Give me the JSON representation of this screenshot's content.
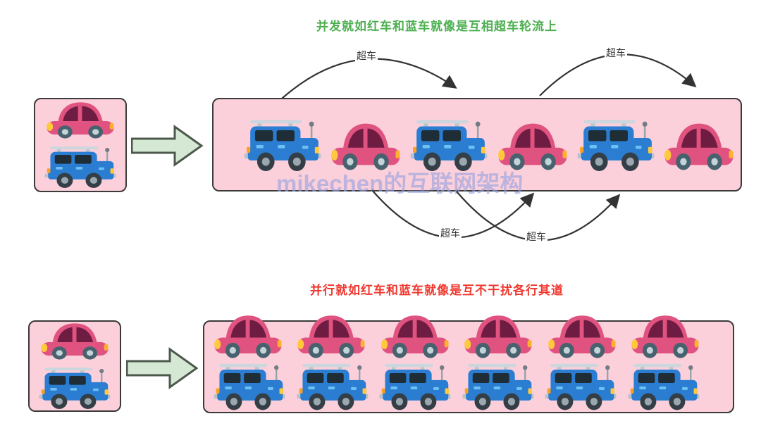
{
  "watermark": "mikechen的互联网架构",
  "colors": {
    "lane_pink": "#fcd0da",
    "box_border": "#3a3a3a",
    "arrow_fill": "#d5e8d3",
    "arrow_stroke": "#4d584d",
    "title_concurrency": "#4caf50",
    "title_parallel": "#f0382f",
    "red_car_body": "#e0527f",
    "blue_car_body": "#2a7dd1",
    "watermark_color": "#94a2e0",
    "arc_stroke": "#333333"
  },
  "concurrency": {
    "title": "并发就如红车和蓝车就像是互相超车轮流上",
    "source_cars": [
      "red",
      "blue"
    ],
    "lane_cars": [
      "blue",
      "red",
      "blue",
      "red",
      "blue",
      "red"
    ],
    "overtake_labels": [
      "超车",
      "超车",
      "超车",
      "超车"
    ]
  },
  "parallel": {
    "title": "并行就如红车和蓝车就像是互不干扰各行其道",
    "source_cars": [
      "red",
      "blue"
    ],
    "rows": [
      [
        "red",
        "red",
        "red",
        "red",
        "red",
        "red"
      ],
      [
        "blue",
        "blue",
        "blue",
        "blue",
        "blue",
        "blue"
      ]
    ]
  }
}
